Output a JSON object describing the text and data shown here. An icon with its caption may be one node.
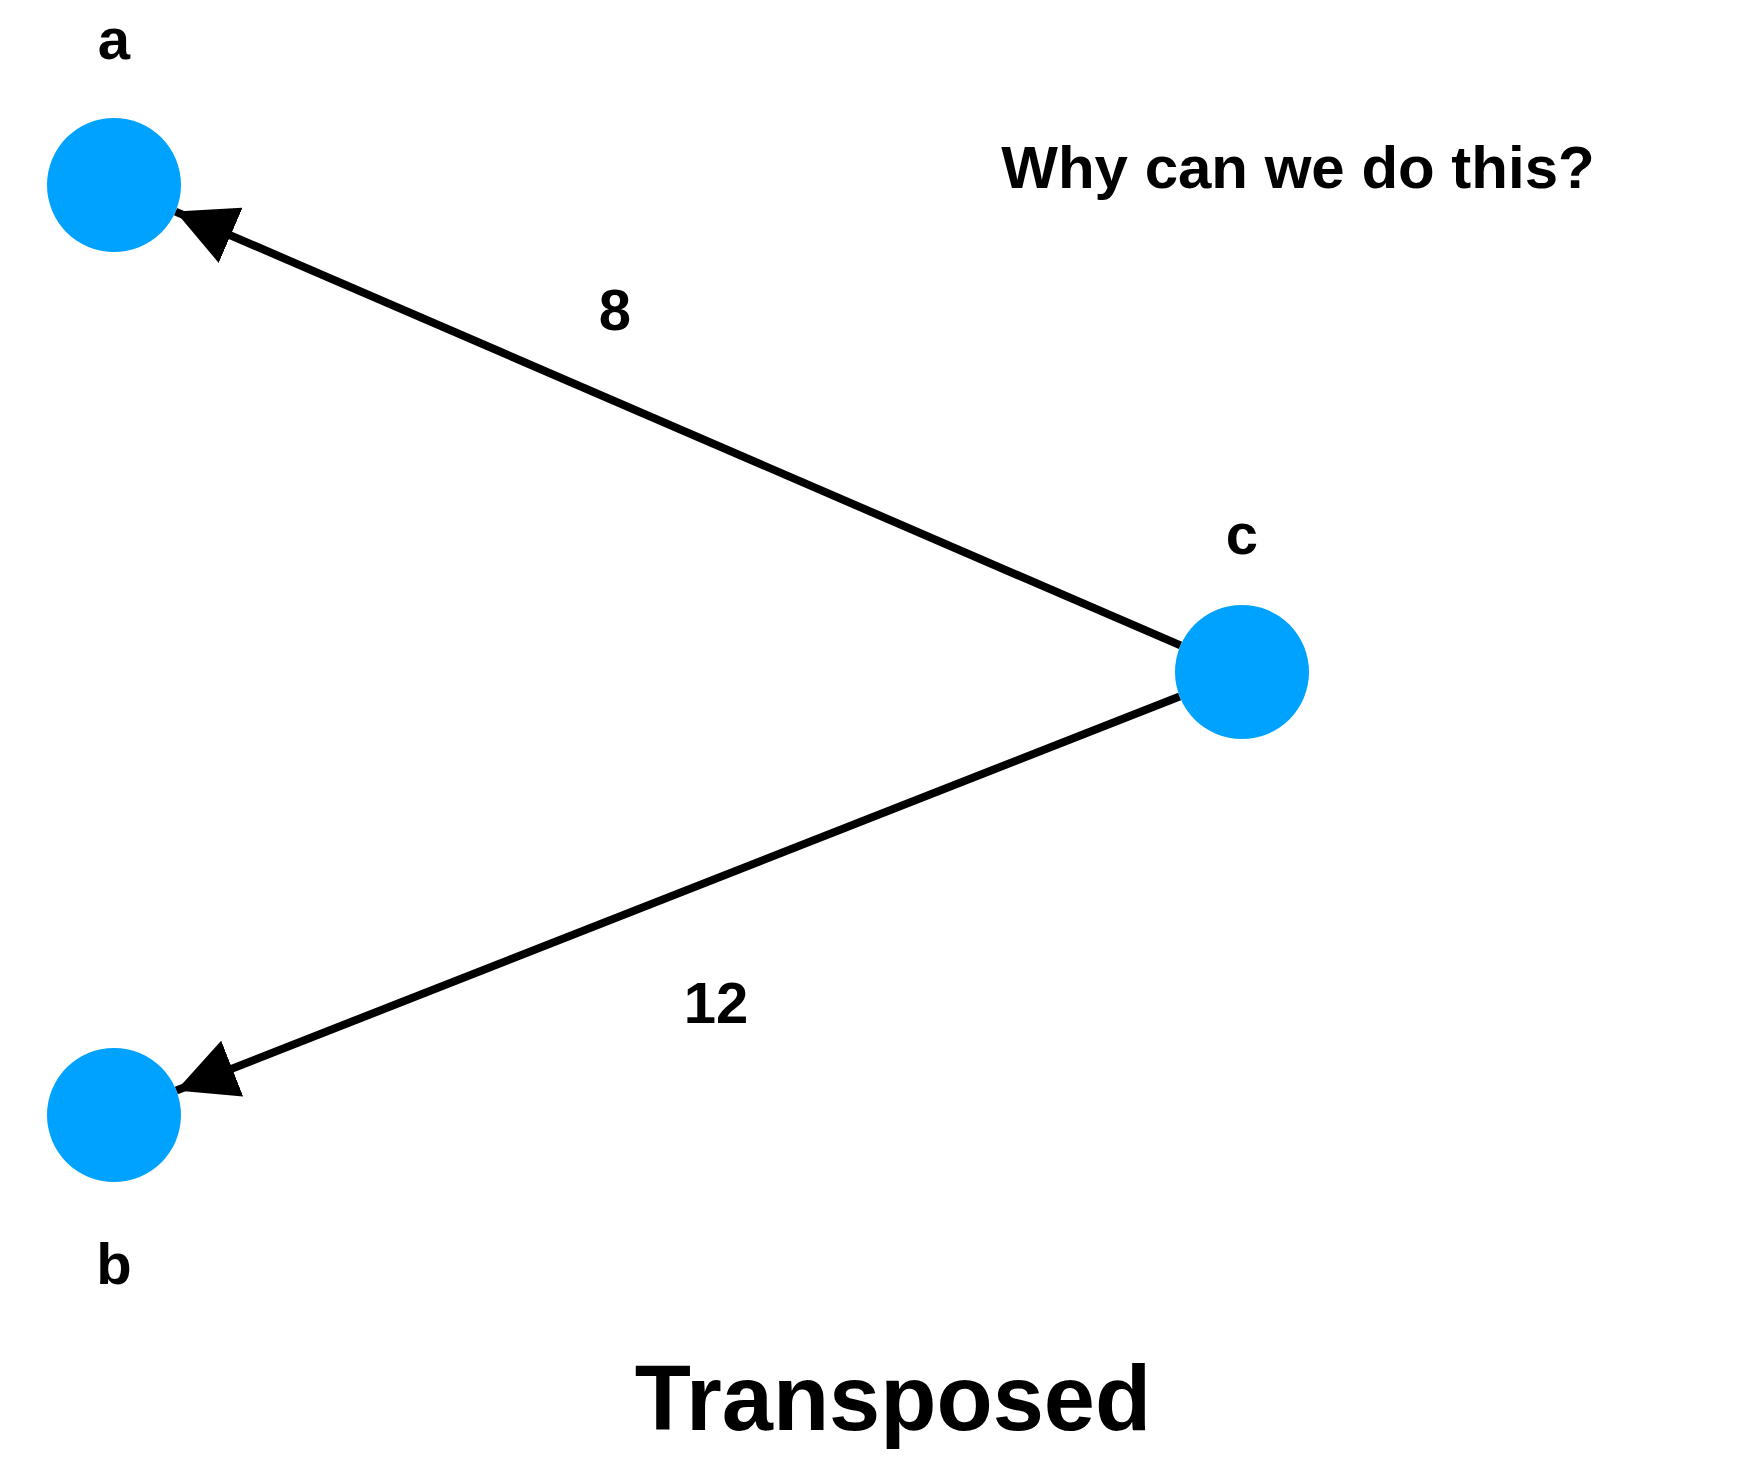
{
  "diagram": {
    "caption": "Transposed",
    "nodes": [
      {
        "text": [
          "a"
        ]
      },
      {
        "text": [
          "b"
        ]
      },
      {
        "text": [
          "c"
        ]
      }
    ],
    "edges": [
      {
        "from": 2,
        "to": 0,
        "arrow": "to",
        "label": "8"
      },
      {
        "from": 2,
        "to": 1,
        "arrow": "to",
        "label": "12"
      }
    ],
    "labels": [
      "Why can we do this?"
    ]
  }
}
